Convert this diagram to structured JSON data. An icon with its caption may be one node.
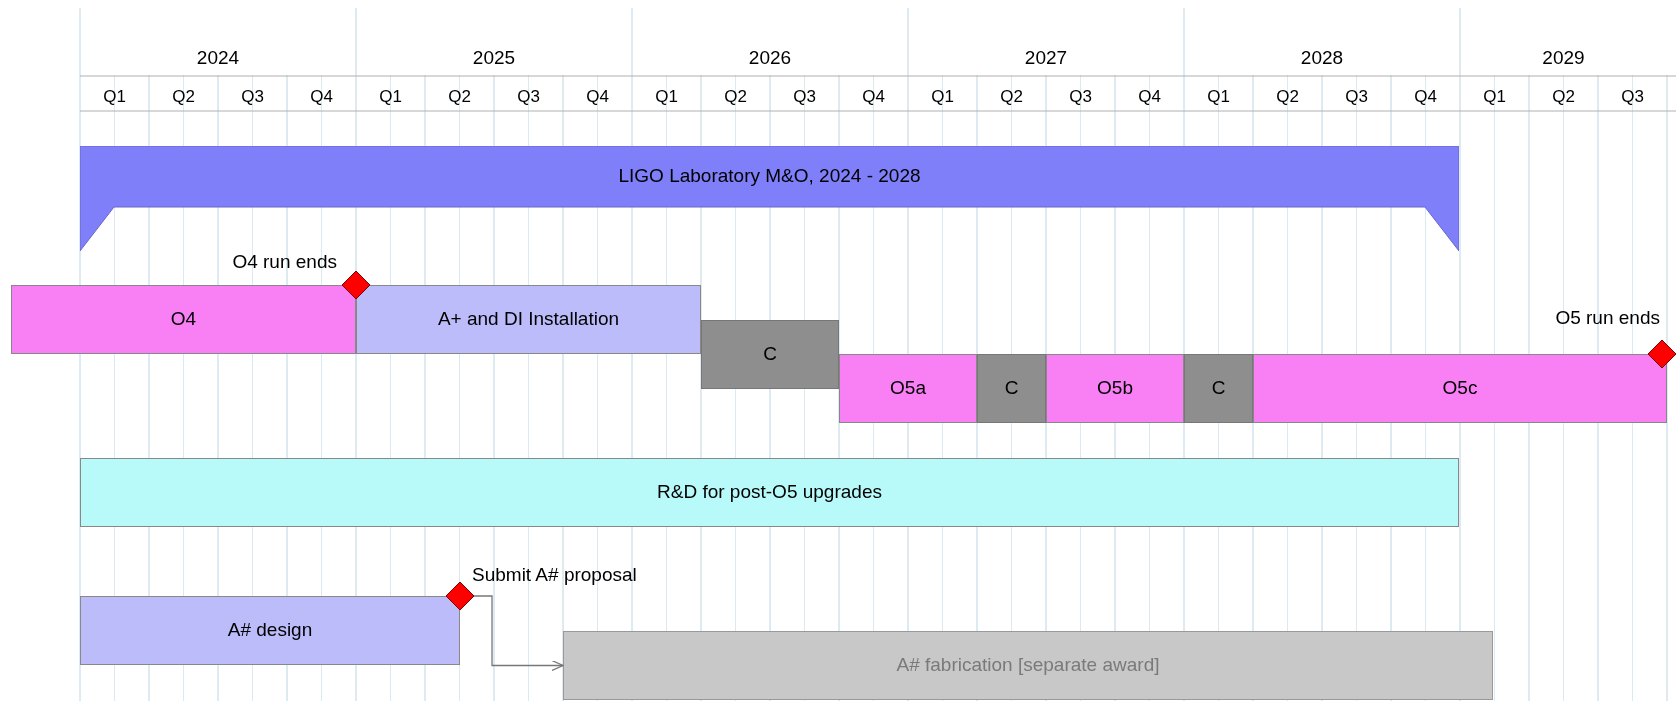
{
  "diagram": {
    "nodes": [
      {
        "text": [
          "LIGO Laboratory M&O, 2024 - 2028"
        ]
      },
      {
        "text": [],
        "shape": "diamond",
        "beside": [
          "O4 run ends"
        ]
      },
      {
        "text": [
          "O4"
        ]
      },
      {
        "text": [
          "A+ and DI Installation"
        ]
      },
      {
        "text": [
          "C"
        ]
      },
      {
        "text": [],
        "shape": "diamond",
        "beside": [
          "O5 run ends"
        ]
      },
      {
        "text": [
          "O5a"
        ]
      },
      {
        "text": [
          "C"
        ]
      },
      {
        "text": [
          "O5b"
        ]
      },
      {
        "text": [
          "C"
        ]
      },
      {
        "text": [
          "O5c"
        ]
      },
      {
        "text": [
          "R&D for post-O5 upgrades"
        ]
      },
      {
        "text": [],
        "shape": "diamond",
        "beside": [
          "Submit A# proposal"
        ]
      },
      {
        "text": [
          "A# design"
        ]
      },
      {
        "text": [
          "A# fabrication [separate award]"
        ]
      }
    ],
    "edges": [
      {
        "from": 12,
        "to": 14,
        "arrow": "to",
        "color": "#777777"
      }
    ],
    "labels": [
      "2024",
      "2025",
      "2026",
      "2027",
      "2028",
      "2029",
      "Q1",
      "Q2",
      "Q3",
      "Q4",
      "Q1",
      "Q2",
      "Q3",
      "Q4",
      "Q1",
      "Q2",
      "Q3",
      "Q4",
      "Q1",
      "Q2",
      "Q3",
      "Q4",
      "Q1",
      "Q2",
      "Q3",
      "Q4",
      "Q1",
      "Q2",
      "Q3"
    ]
  }
}
